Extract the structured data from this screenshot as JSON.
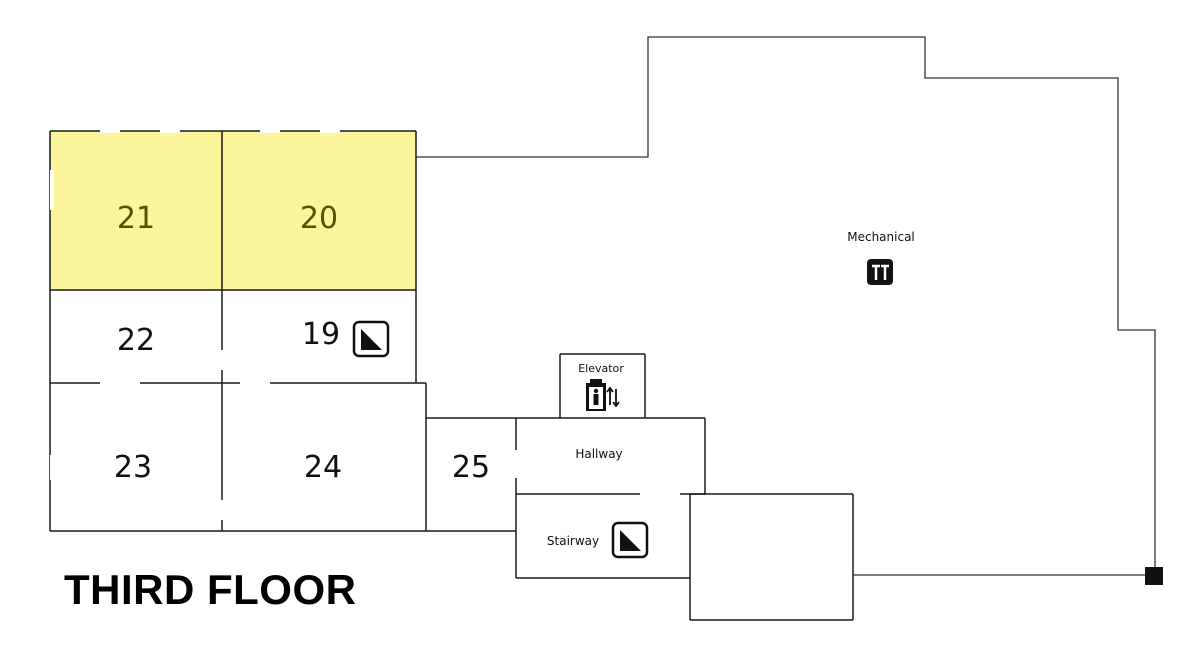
{
  "floor": {
    "title": "THIRD FLOOR"
  },
  "colors": {
    "highlight": "#fbf59b",
    "walls": "#1a1a1a"
  },
  "rooms": [
    {
      "id": "21",
      "label": "21",
      "highlighted": true
    },
    {
      "id": "20",
      "label": "20",
      "highlighted": true
    },
    {
      "id": "22",
      "label": "22",
      "highlighted": false
    },
    {
      "id": "19",
      "label": "19",
      "highlighted": false,
      "icon": "stairs-icon"
    },
    {
      "id": "23",
      "label": "23",
      "highlighted": false
    },
    {
      "id": "24",
      "label": "24",
      "highlighted": false
    },
    {
      "id": "25",
      "label": "25",
      "highlighted": false
    }
  ],
  "areas": {
    "mechanical": {
      "label": "Mechanical",
      "icon": "mechanical-icon"
    },
    "elevator": {
      "label": "Elevator",
      "icon": "elevator-icon"
    },
    "hallway": {
      "label": "Hallway"
    },
    "stairway": {
      "label": "Stairway",
      "icon": "stairs-icon"
    }
  }
}
